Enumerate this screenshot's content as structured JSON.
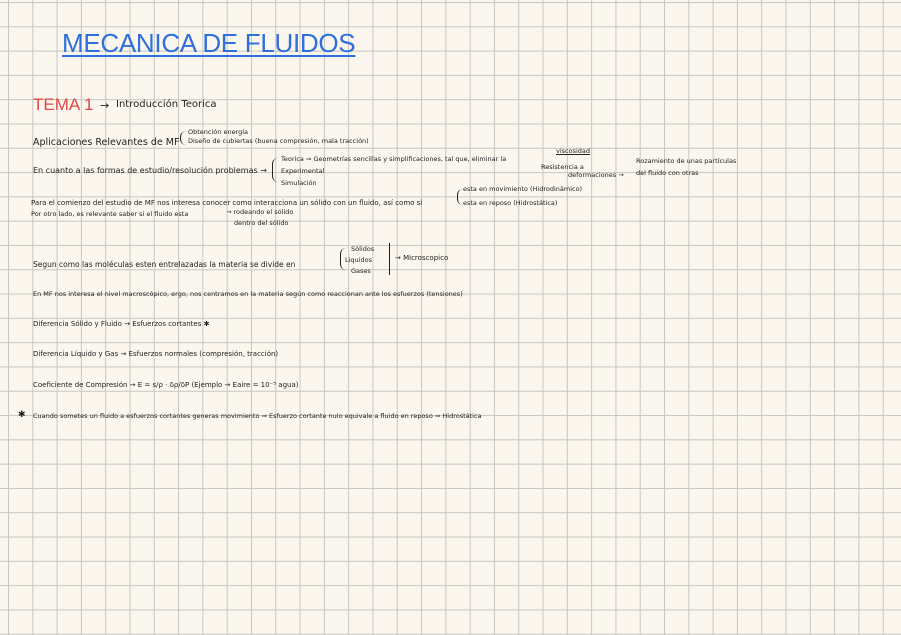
{
  "title": "MECANICA DE FLUIDOS",
  "tema": {
    "label": "TEMA 1",
    "arrow": "→",
    "subtitle": "Introducción Teorica"
  },
  "lines": {
    "aplicaciones": "Aplicaciones Relevantes de MF",
    "obtencion": "Obtención energía",
    "diseno": "Diseño de cubiertas (buena compresión, mala tracción)",
    "en_cuanto": "En cuanto a las formas de estudio/resolución problemas →",
    "teorica": "Teorica ⇒ Geometrías sencillas y simplificaciones, tal que, eliminar la",
    "viscosidad": "viscosidad",
    "experimental": "Experimental",
    "simulacion": "Simulación",
    "resistencia_1": "Resistencia a",
    "resistencia_2": "deformaciones →",
    "rozamiento_1": "Rozamiento de unas partículas",
    "rozamiento_2": "del fluido con otras",
    "para_comienzo": "Para el comienzo del estudio de MF nos interesa conocer como interacciona un sólido con un fluido, así como si",
    "movimiento": "esta en movimiento (Hidrodinámico)",
    "reposo": "esta en reposo (Hidrostática)",
    "por_otro": "Por otro lado, es relevante saber si el fluido esta",
    "rodeando": "→ rodeando el sólido",
    "dentro": "dentro del sólido",
    "segun": "Segun como las moléculas esten entrelazadas la materia se divide en",
    "solidos": "Sólidos",
    "liquidos": "Liquidos",
    "gases": "Gases",
    "microscopico": "→ Microscopico",
    "en_mf": "En MF nos interesa el nivel macroscópico, ergo, nos centramos en la materia según como reaccionan ante los esfuerzos (tensiones)",
    "diferencia_solido": "Diferencia Sólido y Fluido → Esfuerzos cortantes ✱",
    "diferencia_liquido": "Diferencia Líquido y Gas → Esfuerzos normales (compresión, tracción)",
    "coeficiente": "Coeficiente de Compresión → E = s/ρ · δρ/δP    (Ejemplo → Eaire = 10⁻⁵ agua)",
    "star_mark": "✱",
    "cuando": "Cuando sometes un fluido a esfuerzos cortantes generas movimiento ⇒ Esfuerzo cortante nulo equivale a fluido en reposo ⇒ Hidrostática"
  }
}
